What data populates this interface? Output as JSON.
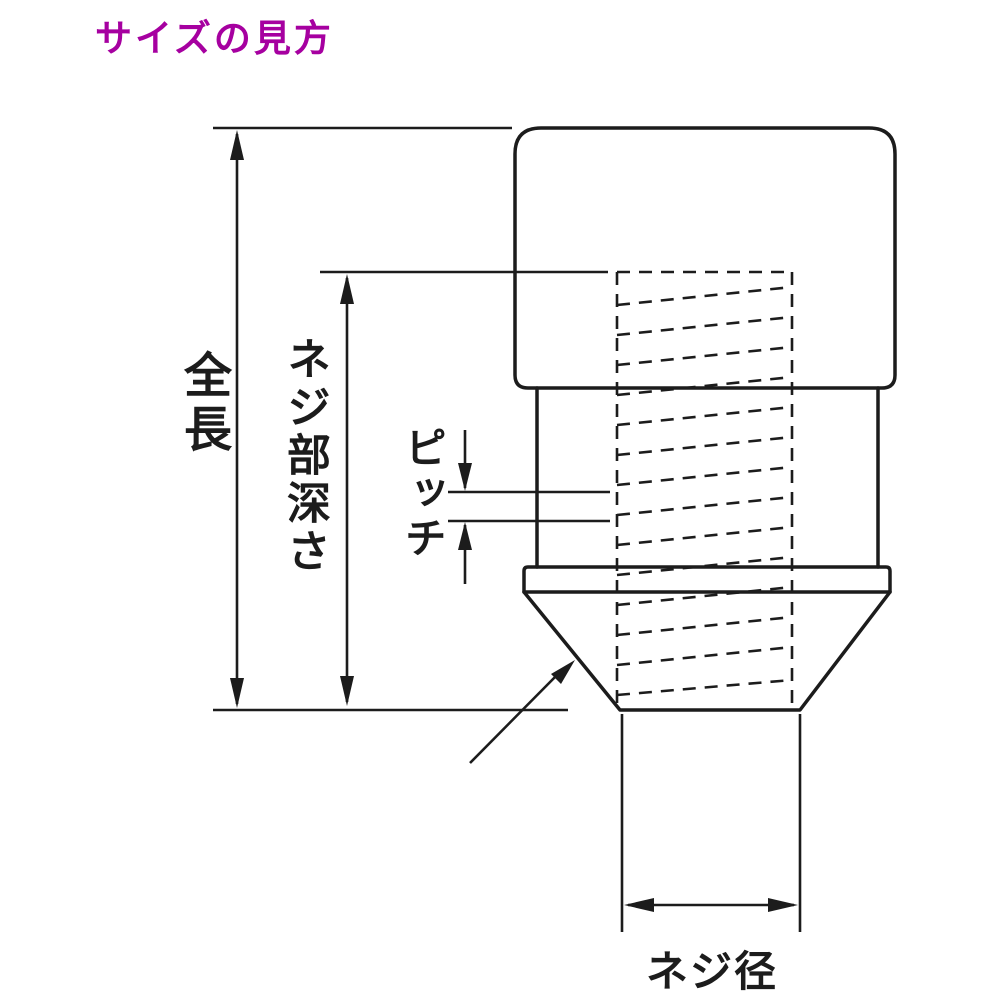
{
  "title": "サイズの見方",
  "labels": {
    "total_length": "全長",
    "thread_depth": "ネジ部深さ",
    "pitch": "ピッチ",
    "thread_diameter": "ネジ径"
  },
  "figure": {
    "type": "technical-diagram",
    "subject": "lug-nut-size-guide",
    "dimensions_annotated": [
      "全長",
      "ネジ部深さ",
      "ピッチ",
      "ネジ径"
    ],
    "pointer_target": "tapered-seat"
  },
  "colors": {
    "title": "#a600a0",
    "line": "#1c1c1c",
    "background": "#ffffff"
  }
}
